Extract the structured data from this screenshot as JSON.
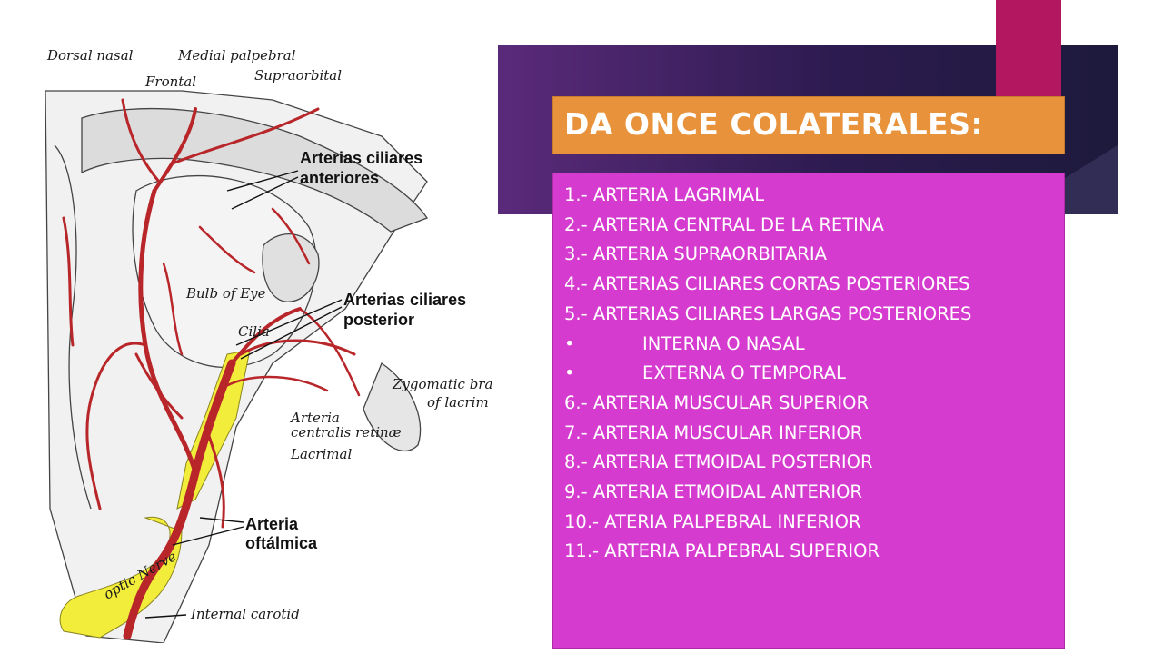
{
  "title": "DA ONCE COLATERALES:",
  "items": [
    {
      "text": "1.- ARTERIA LAGRIMAL"
    },
    {
      "text": "2.- ARTERIA CENTRAL DE LA RETINA"
    },
    {
      "text": "3.- ARTERIA SUPRAORBITARIA"
    },
    {
      "text": "4.- ARTERIAS CILIARES CORTAS POSTERIORES"
    },
    {
      "text": "5.- ARTERIAS CILIARES LARGAS POSTERIORES"
    },
    {
      "text": "INTERNA O NASAL",
      "bullet": "•"
    },
    {
      "text": "EXTERNA O TEMPORAL",
      "bullet": "•"
    },
    {
      "text": "6.- ARTERIA MUSCULAR SUPERIOR"
    },
    {
      "text": "7.- ARTERIA MUSCULAR INFERIOR"
    },
    {
      "text": "8.- ARTERIA ETMOIDAL POSTERIOR"
    },
    {
      "text": "9.- ARTERIA ETMOIDAL ANTERIOR"
    },
    {
      "text": "10.- ATERIA PALPEBRAL INFERIOR"
    },
    {
      "text": "11.- ARTERIA PALPEBRAL SUPERIOR"
    }
  ],
  "figure": {
    "labels": {
      "dorsal_nasal": "Dorsal nasal",
      "medial_palpebral": "Medial palpebral",
      "frontal": "Frontal",
      "supraorbital": "Supraorbital",
      "arterias_ciliares_anteriores_1": "Arterias ciliares",
      "arterias_ciliares_anteriores_2": "anteriores",
      "bulb_of_eye": "Bulb of Eye",
      "ciliary": "Cilia",
      "arterias_ciliares_posterior_1": "Arterias ciliares",
      "arterias_ciliares_posterior_2": "posterior",
      "zygomatic_1": "Zygomatic bra",
      "zygomatic_2": "of lacrim",
      "arteria_centralis_1": "Arteria",
      "arteria_centralis_2": "centralis retinæ",
      "lacrimal": "Lacrimal",
      "arteria_oftalmica_1": "Arteria",
      "arteria_oftalmica_2": "oftálmica",
      "optic_nerve": "optic Nerve",
      "internal_carotid": "Internal carotid"
    },
    "colors": {
      "artery": "#b8262a",
      "nerve": "#f2ec3a",
      "tissue": "#e9e9e9"
    }
  },
  "colors": {
    "title_bg": "#e8923c",
    "list_bg": "#d63bcf",
    "accent": "#b3175f",
    "banner": "#2b1f4a"
  }
}
